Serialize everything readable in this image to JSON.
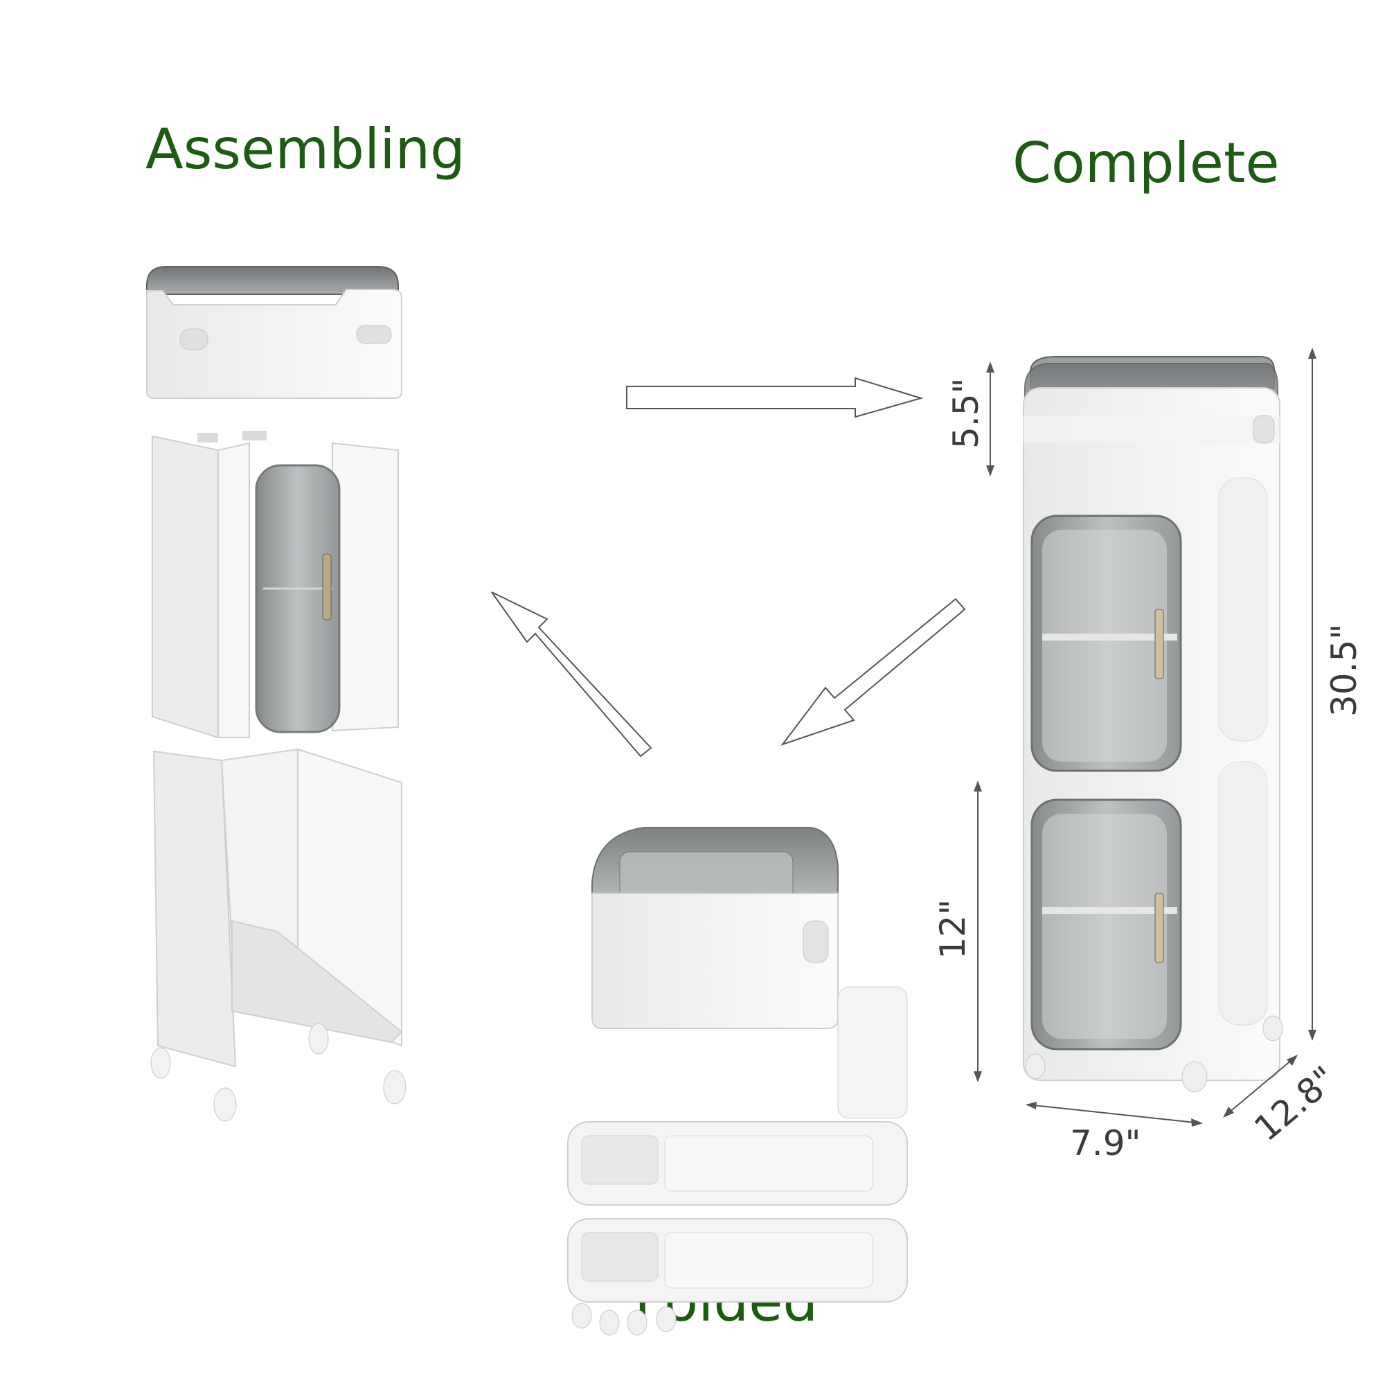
{
  "stages": {
    "assembling": "Assembling",
    "complete": "Complete",
    "folded": "Folded"
  },
  "dimensions": {
    "top_height": "5.5\"",
    "total_height": "30.5\"",
    "bottom_height": "12\"",
    "width": "7.9\"",
    "depth": "12.8\""
  },
  "colors": {
    "label_green": "#1e5a14",
    "body_white": "#f3f3f3",
    "outline": "#cfcfcf",
    "smoked_acrylic": "#8d9293"
  }
}
